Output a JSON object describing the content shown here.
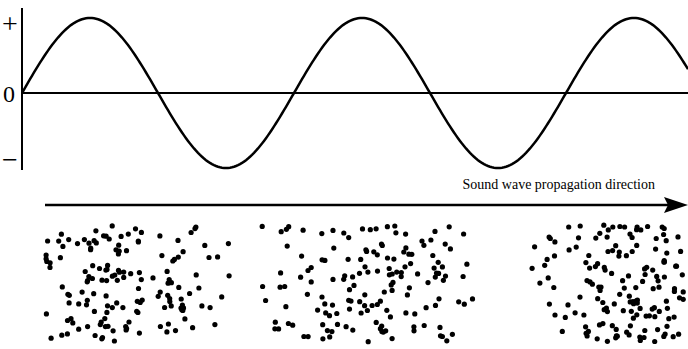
{
  "diagram": {
    "labels": [
      "+",
      "0",
      "−",
      "Sound wave propagation direction"
    ]
  }
}
